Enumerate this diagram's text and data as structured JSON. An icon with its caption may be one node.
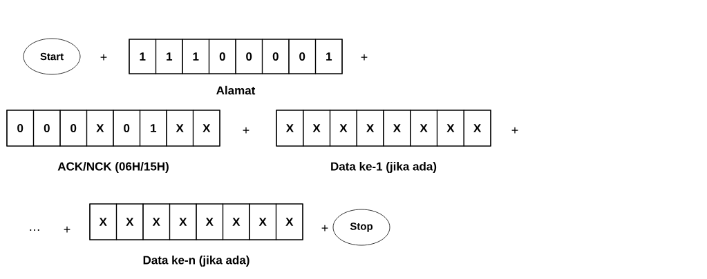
{
  "diagram": {
    "nodes": [
      {
        "text": [
          "Start"
        ]
      },
      {
        "text": [],
        "shape": "box",
        "beside": [
          "Alamat"
        ]
      },
      {
        "text": [
          "1"
        ],
        "in": 1
      },
      {
        "text": [
          "1"
        ],
        "in": 1
      },
      {
        "text": [
          "1"
        ],
        "in": 1
      },
      {
        "text": [
          "0"
        ],
        "in": 1
      },
      {
        "text": [
          "0"
        ],
        "in": 1
      },
      {
        "text": [
          "0"
        ],
        "in": 1
      },
      {
        "text": [
          "0"
        ],
        "in": 1
      },
      {
        "text": [
          "1"
        ],
        "in": 1
      },
      {
        "text": [],
        "shape": "box",
        "beside": [
          "ACK/NCK (06H/15H)"
        ]
      },
      {
        "text": [
          "0"
        ],
        "in": 10
      },
      {
        "text": [
          "0"
        ],
        "in": 10
      },
      {
        "text": [
          "0"
        ],
        "in": 10
      },
      {
        "text": [
          "X"
        ],
        "in": 10
      },
      {
        "text": [
          "0"
        ],
        "in": 10
      },
      {
        "text": [
          "1"
        ],
        "in": 10
      },
      {
        "text": [
          "X"
        ],
        "in": 10
      },
      {
        "text": [
          "X"
        ],
        "in": 10
      },
      {
        "text": [],
        "shape": "box",
        "beside": [
          "Data ke-1 (jika ada)"
        ]
      },
      {
        "text": [
          "X"
        ],
        "in": 19
      },
      {
        "text": [
          "X"
        ],
        "in": 19
      },
      {
        "text": [
          "X"
        ],
        "in": 19
      },
      {
        "text": [
          "X"
        ],
        "in": 19
      },
      {
        "text": [
          "X"
        ],
        "in": 19
      },
      {
        "text": [
          "X"
        ],
        "in": 19
      },
      {
        "text": [
          "X"
        ],
        "in": 19
      },
      {
        "text": [
          "X"
        ],
        "in": 19
      },
      {
        "text": [],
        "shape": "box",
        "beside": [
          "Data ke-n (jika ada)"
        ]
      },
      {
        "text": [
          "X"
        ],
        "in": 28
      },
      {
        "text": [
          "X"
        ],
        "in": 28
      },
      {
        "text": [
          "X"
        ],
        "in": 28
      },
      {
        "text": [
          "X"
        ],
        "in": 28
      },
      {
        "text": [
          "X"
        ],
        "in": 28
      },
      {
        "text": [
          "X"
        ],
        "in": 28
      },
      {
        "text": [
          "X"
        ],
        "in": 28
      },
      {
        "text": [
          "X"
        ],
        "in": 28
      },
      {
        "text": [
          "Stop"
        ]
      }
    ],
    "labels": [
      "+",
      "+",
      "+",
      "+",
      "…",
      "+",
      "+"
    ]
  }
}
